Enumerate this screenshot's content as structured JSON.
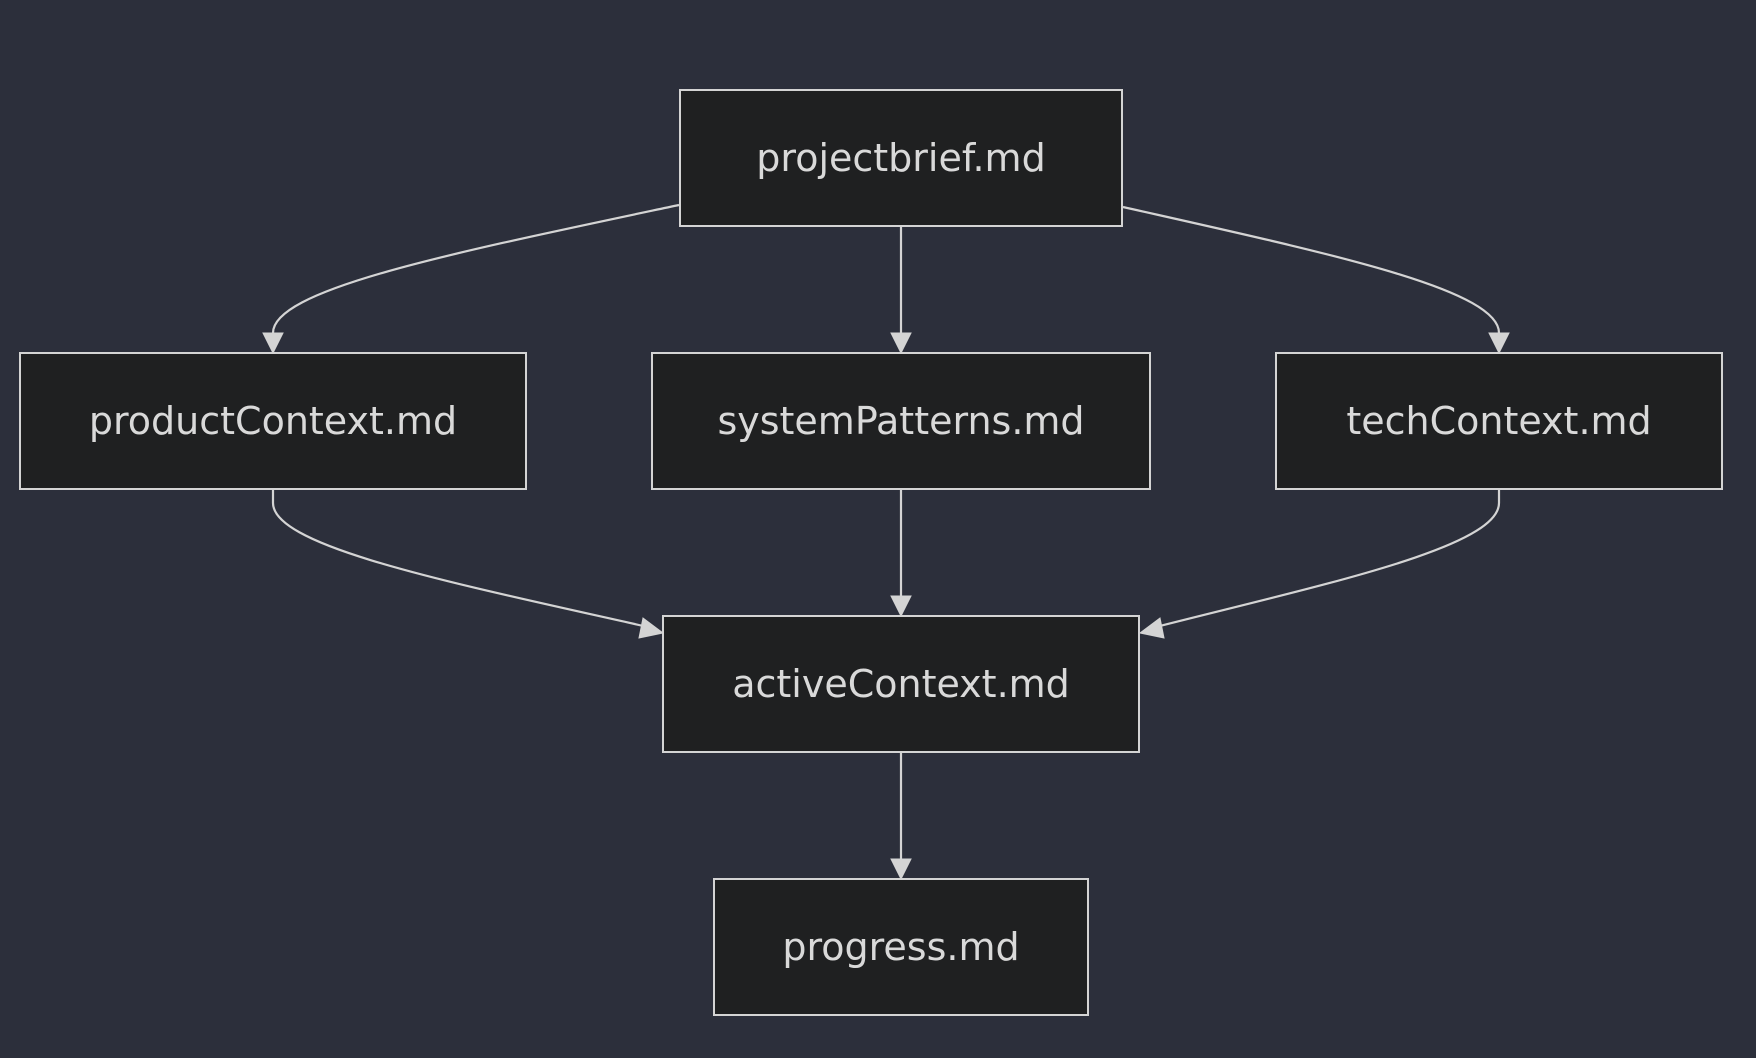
{
  "colors": {
    "background": "#2c2f3b",
    "node_fill": "#1f2021",
    "node_stroke": "#d4d4d4",
    "text": "#d9d9d9",
    "edge": "#d4d4d4"
  },
  "nodes": {
    "projectbrief": {
      "label": "projectbrief.md"
    },
    "productContext": {
      "label": "productContext.md"
    },
    "systemPatterns": {
      "label": "systemPatterns.md"
    },
    "techContext": {
      "label": "techContext.md"
    },
    "activeContext": {
      "label": "activeContext.md"
    },
    "progress": {
      "label": "progress.md"
    }
  },
  "edges": [
    {
      "from": "projectbrief",
      "to": "productContext"
    },
    {
      "from": "projectbrief",
      "to": "systemPatterns"
    },
    {
      "from": "projectbrief",
      "to": "techContext"
    },
    {
      "from": "productContext",
      "to": "activeContext"
    },
    {
      "from": "systemPatterns",
      "to": "activeContext"
    },
    {
      "from": "techContext",
      "to": "activeContext"
    },
    {
      "from": "activeContext",
      "to": "progress"
    }
  ]
}
